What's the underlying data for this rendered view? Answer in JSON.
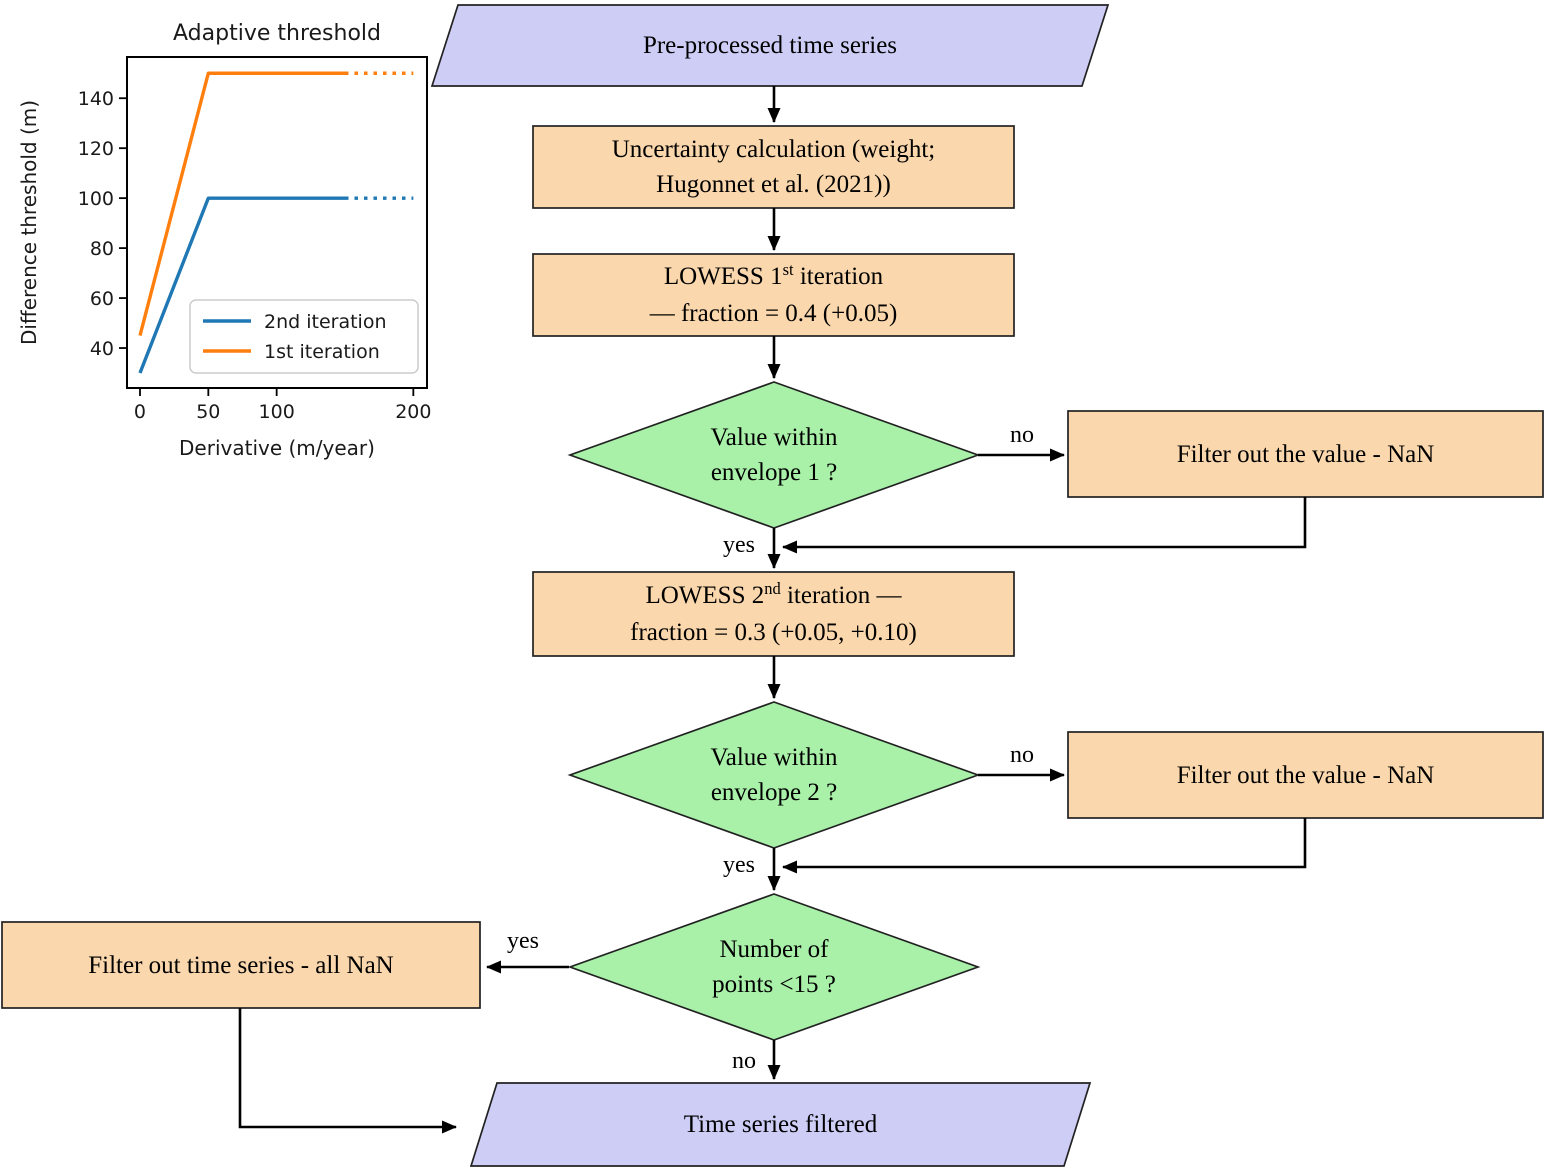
{
  "colors": {
    "io_fill": "#cdcdf6",
    "process_fill": "#fad7ac",
    "decision_fill": "#a9f0a9",
    "shape_stroke": "#222222",
    "arrow": "#000000",
    "chart_text": "#1a1a1a",
    "legend_border": "#cccccc"
  },
  "nodes": {
    "start": {
      "text": "Pre-processed time series"
    },
    "uncertainty": {
      "line1": "Uncertainty calculation (weight;",
      "line2": "Hugonnet et al. (2021))"
    },
    "lowess1": {
      "line1_pre": "LOWESS 1",
      "line1_sup": "st",
      "line1_post": " iteration",
      "line2": "— fraction = 0.4 (+0.05)"
    },
    "decision1": {
      "line1": "Value within",
      "line2": "envelope 1 ?"
    },
    "filter1": {
      "text": "Filter out the value - NaN"
    },
    "lowess2": {
      "line1_pre": "LOWESS 2",
      "line1_sup": "nd",
      "line1_post": " iteration —",
      "line2": "fraction = 0.3 (+0.05, +0.10)"
    },
    "decision2": {
      "line1": "Value within",
      "line2": "envelope 2 ?"
    },
    "filter2": {
      "text": "Filter out the value - NaN"
    },
    "decision3": {
      "line1": "Number of",
      "line2": "points <15 ?"
    },
    "filter_all": {
      "text": "Filter out time series - all NaN"
    },
    "end": {
      "text": "Time series filtered"
    }
  },
  "edge_labels": {
    "d1_no": "no",
    "d1_yes": "yes",
    "d2_no": "no",
    "d2_yes": "yes",
    "d3_yes": "yes",
    "d3_no": "no"
  },
  "chart_data": {
    "type": "line",
    "title": "Adaptive threshold",
    "xlabel": "Derivative (m/year)",
    "ylabel": "Difference threshold (m)",
    "xlim": [
      -9.5,
      210
    ],
    "ylim": [
      24,
      156.5
    ],
    "x_ticks": [
      0,
      50,
      100,
      200
    ],
    "y_ticks": [
      40,
      60,
      80,
      100,
      120,
      140
    ],
    "grid": false,
    "legend": {
      "loc": "lower right inside",
      "entries": [
        "2nd iteration",
        "1st iteration"
      ]
    },
    "series": [
      {
        "name": "2nd iteration",
        "color": "#1f77b4",
        "solid": [
          [
            0,
            30
          ],
          [
            50,
            100
          ],
          [
            150,
            100
          ]
        ],
        "dotted": [
          [
            150,
            100
          ],
          [
            200,
            100
          ]
        ]
      },
      {
        "name": "1st iteration",
        "color": "#ff7f0e",
        "solid": [
          [
            0,
            45
          ],
          [
            50,
            150
          ],
          [
            150,
            150
          ]
        ],
        "dotted": [
          [
            150,
            150
          ],
          [
            200,
            150
          ]
        ]
      }
    ]
  }
}
